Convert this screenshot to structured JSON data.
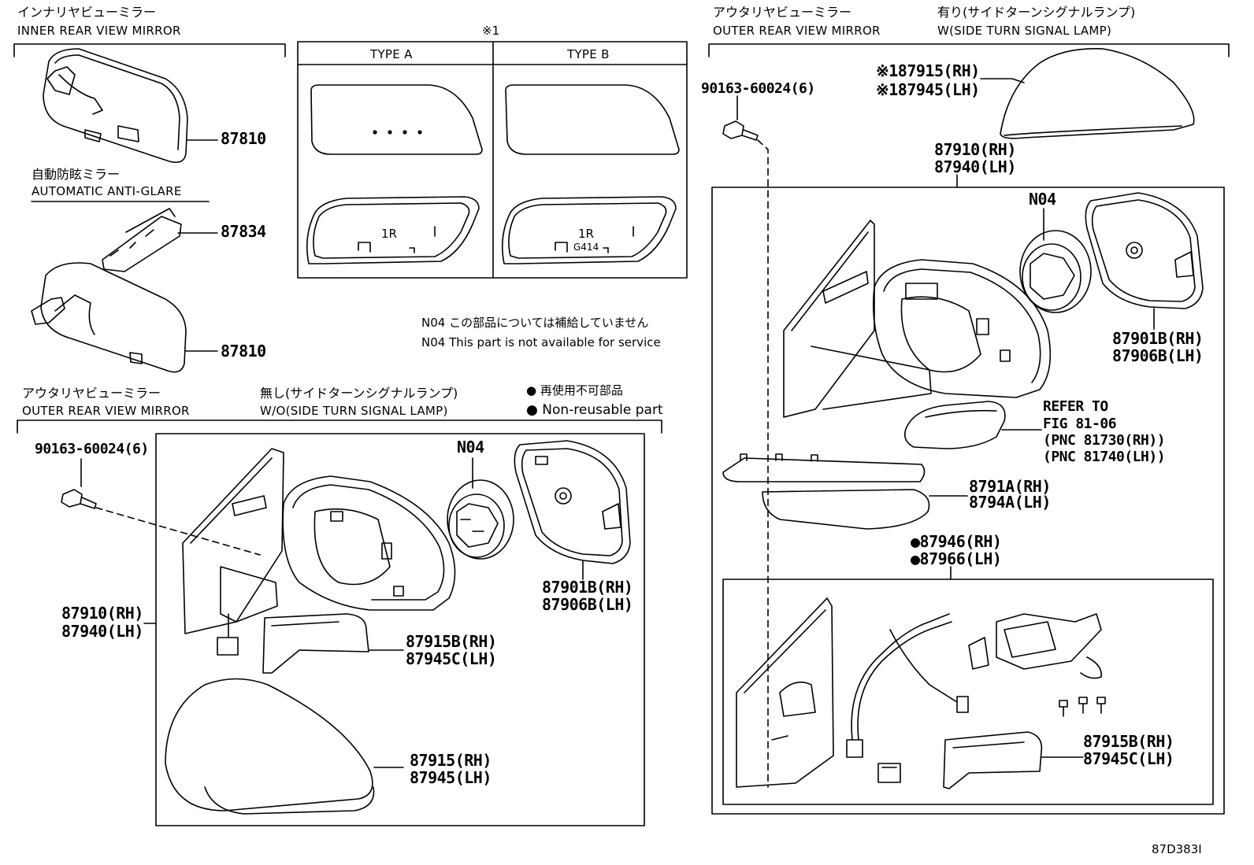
{
  "inner": {
    "title_jp": "インナリヤビューミラー",
    "title_en": "INNER REAR VIEW MIRROR",
    "auto_jp": "自動防眩ミラー",
    "auto_en": "AUTOMATIC ANTI-GLARE",
    "p1": "87810",
    "p2": "87834",
    "p3": "87810"
  },
  "types": {
    "note_mark": "※1",
    "type_a": "TYPE A",
    "type_b": "TYPE B",
    "a_marking": "1R",
    "b_marking": "1R",
    "b_code": "G414"
  },
  "notes": {
    "n04_jp": "N04 この部品については補給していません",
    "n04_en": "N04 This part is not available for service",
    "nonreuse_jp": "● 再使用不可部品",
    "nonreuse_en": "● Non-reusable part"
  },
  "outer_left": {
    "title_jp": "アウタリヤビューミラー",
    "title_en": "OUTER REAR VIEW MIRROR",
    "sub_jp": "無し(サイドターンシグナルランプ)",
    "sub_en": "W/O(SIDE TURN SIGNAL LAMP)",
    "bolt": "90163-60024(6)",
    "n04": "N04",
    "p_901b": "87901B(RH)",
    "p_906b": "87906B(LH)",
    "p_910": "87910(RH)",
    "p_940": "87940(LH)",
    "p_915b": "87915B(RH)",
    "p_945c": "87945C(LH)",
    "p_915": "87915(RH)",
    "p_945": "87945(LH)"
  },
  "outer_right": {
    "title_jp": "アウタリヤビューミラー",
    "title_en": "OUTER REAR VIEW MIRROR",
    "sub_jp": "有り(サイドターンシグナルランプ)",
    "sub_en": "W(SIDE TURN SIGNAL LAMP)",
    "bolt": "90163-60024(6)",
    "p_915": "※187915(RH)",
    "p_945": "※187945(LH)",
    "p_910": "87910(RH)",
    "p_940": "87940(LH)",
    "n04": "N04",
    "p_901b": "87901B(RH)",
    "p_906b": "87906B(LH)",
    "refer1": "REFER TO",
    "refer2": "FIG 81-06",
    "refer3": "(PNC 81730(RH))",
    "refer4": "(PNC 81740(LH))",
    "p_791a": "8791A(RH)",
    "p_794a": "8794A(LH)",
    "p_946": "●87946(RH)",
    "p_966": "●87966(LH)",
    "p_915b": "87915B(RH)",
    "p_945c": "87945C(LH)"
  },
  "figure_code": "87D383I"
}
